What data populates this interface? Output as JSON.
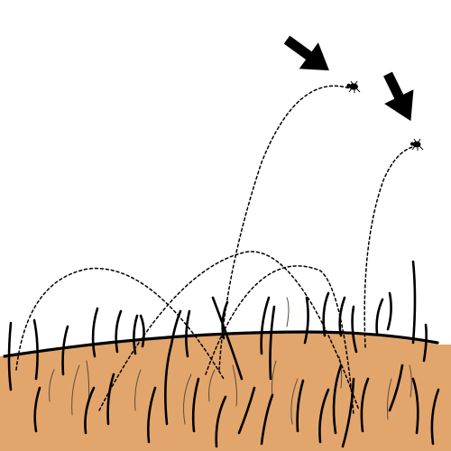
{
  "colors": {
    "background": "#ffffff",
    "skin": "#e2a66c",
    "outline": "#000000",
    "hair": "#000000",
    "fine_hair": "#5a4a3a",
    "path": "#000000",
    "flea": "#000000",
    "arrow": "#000000"
  },
  "icons": {
    "insect": "flea-icon",
    "pointer": "arrow-icon"
  },
  "scene": {
    "flea_count": 2,
    "arrow_count": 2,
    "jump_path_style": "dotted"
  }
}
